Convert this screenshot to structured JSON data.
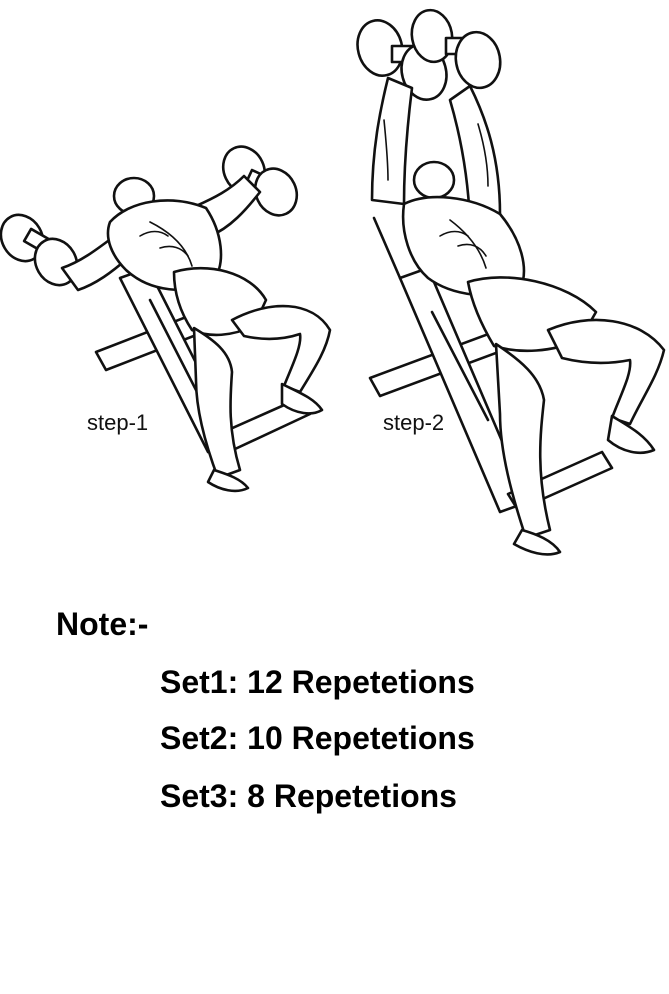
{
  "illustration": {
    "step1_label": "step-1",
    "step2_label": "step-2"
  },
  "notes": {
    "title": "Note:-",
    "sets": [
      "Set1: 12 Repetetions",
      "Set2: 10 Repetetions",
      "Set3: 8 Repetetions"
    ]
  }
}
